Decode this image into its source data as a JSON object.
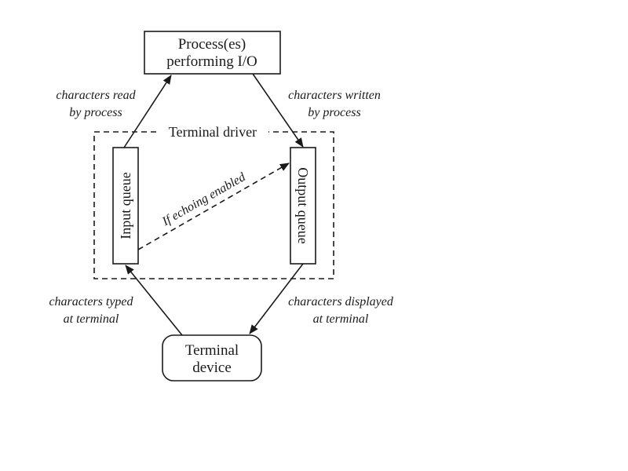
{
  "nodes": {
    "process": {
      "line1": "Process(es)",
      "line2": "performing I/O"
    },
    "terminal_device": {
      "line1": "Terminal",
      "line2": "device"
    },
    "input_queue": {
      "label": "Input queue"
    },
    "output_queue": {
      "label": "Output queue"
    },
    "terminal_driver": {
      "label": "Terminal driver"
    }
  },
  "edges": {
    "read": {
      "line1": "characters read",
      "line2": "by process"
    },
    "written": {
      "line1": "characters written",
      "line2": "by process"
    },
    "typed": {
      "line1": "characters typed",
      "line2": "at terminal"
    },
    "displayed": {
      "line1": "characters displayed",
      "line2": "at terminal"
    },
    "echo": {
      "label": "If echoing enabled"
    }
  }
}
